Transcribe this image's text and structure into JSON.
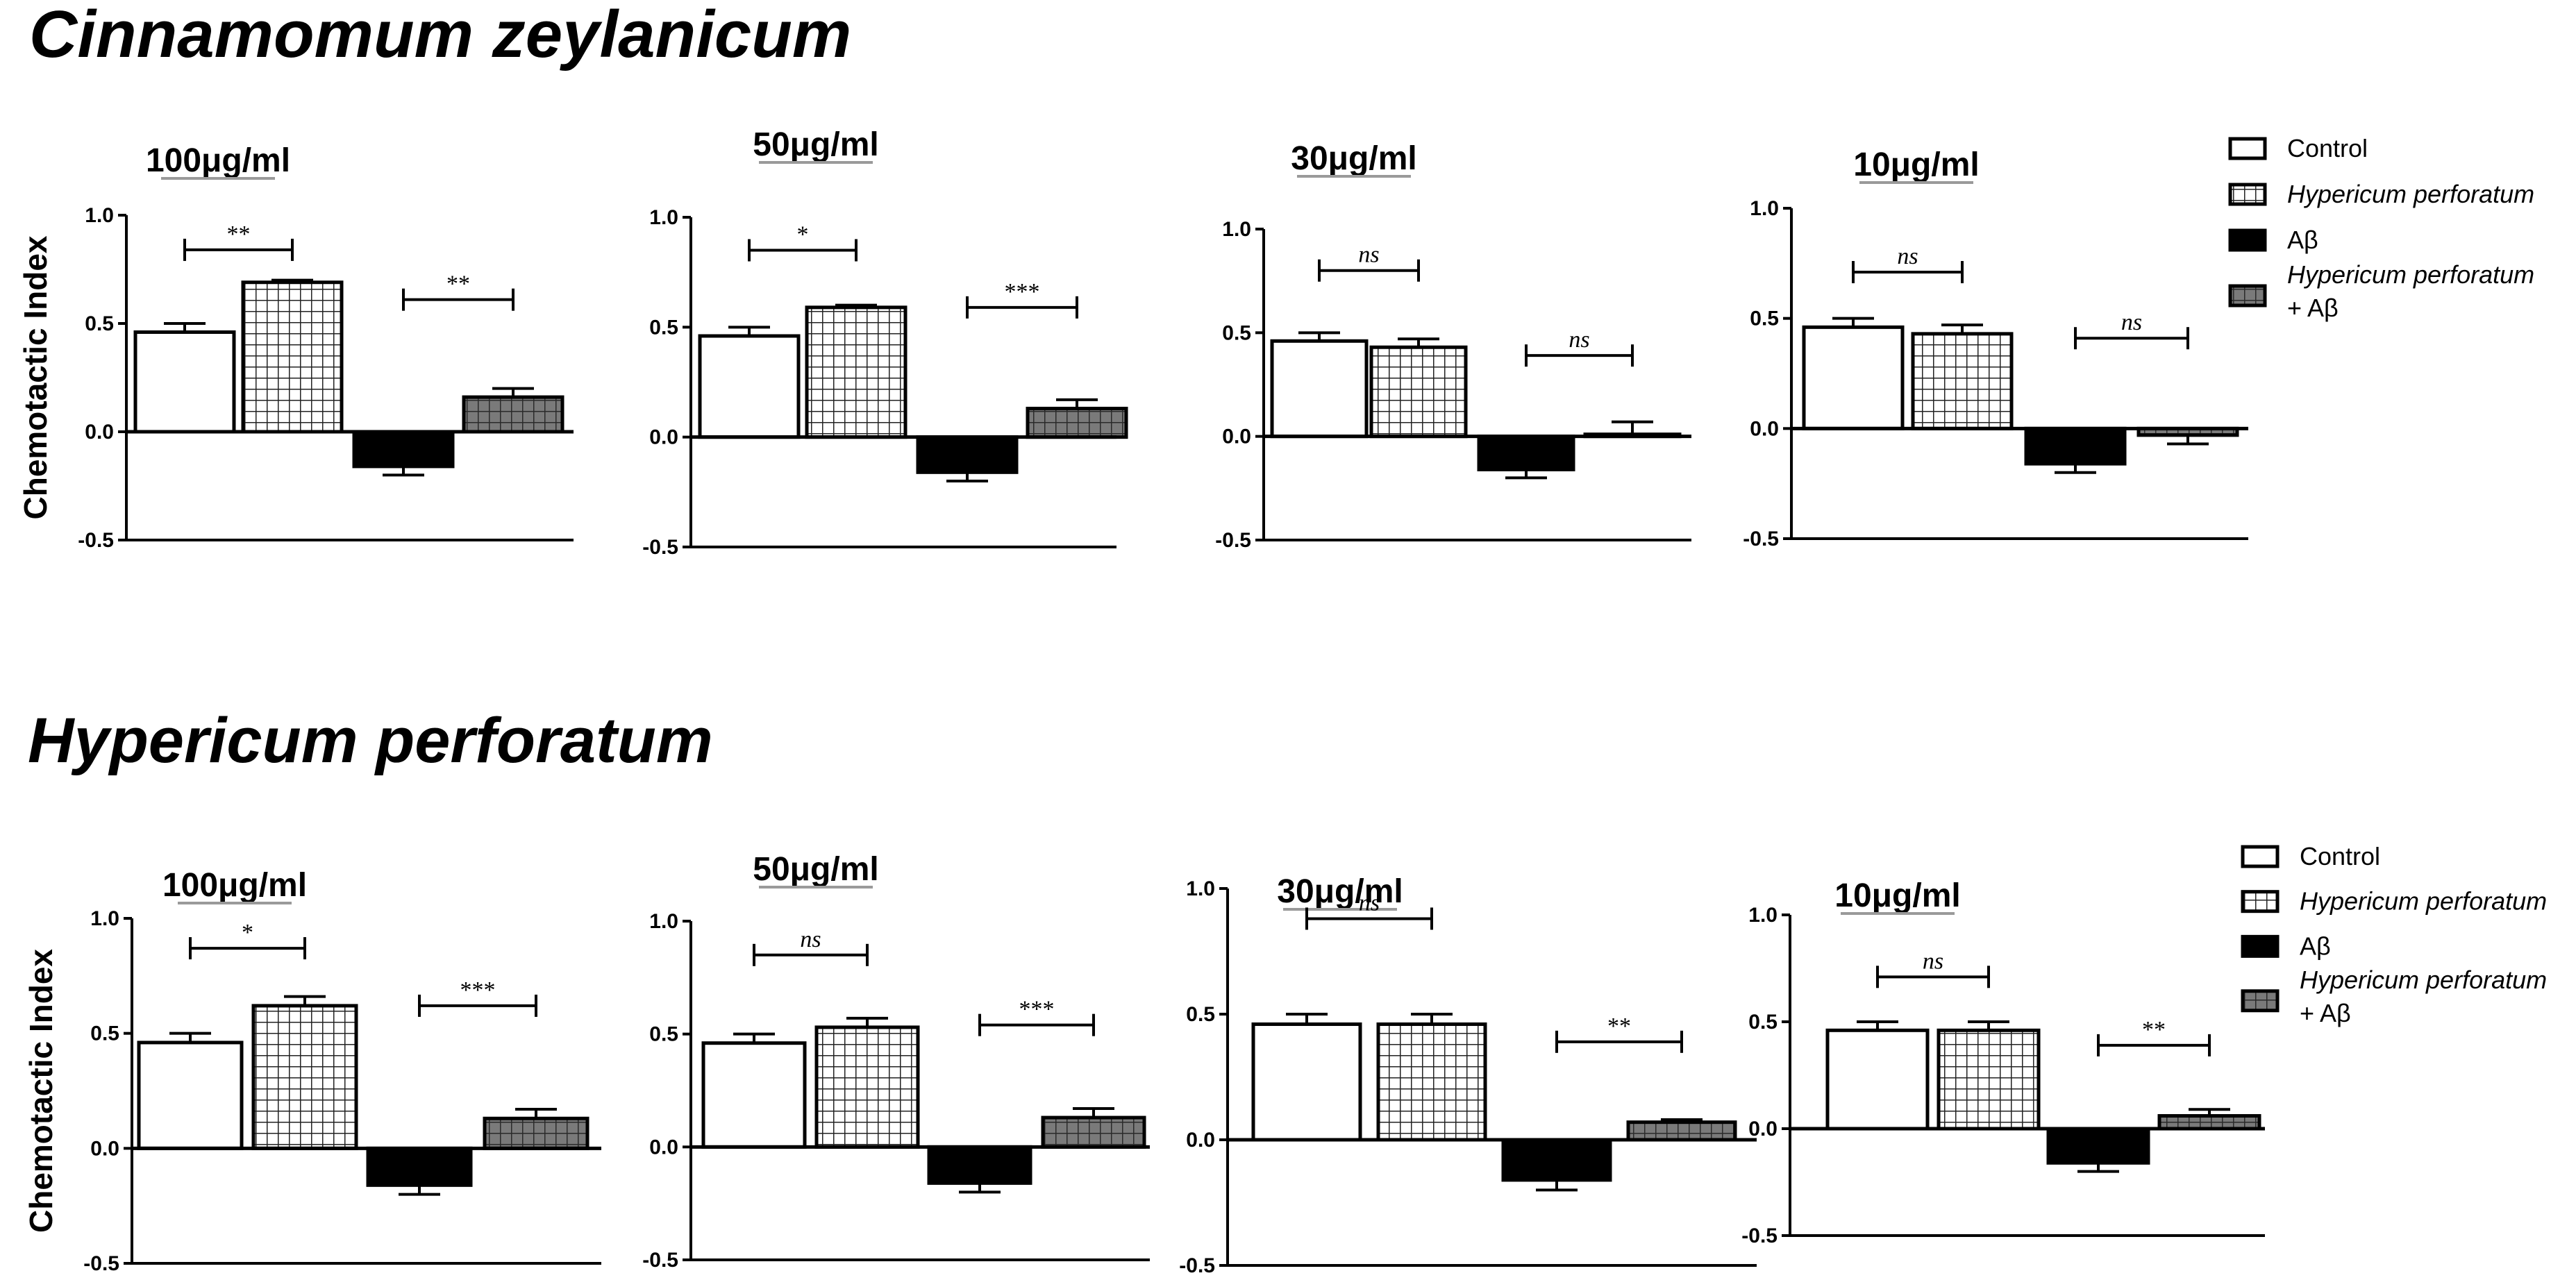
{
  "sections": [
    {
      "title": "Cinnamomum zeylanicum"
    },
    {
      "title": "Hypericum perforatum"
    }
  ],
  "legend": {
    "entries": [
      {
        "label": "Control",
        "pattern": "white",
        "italic": false
      },
      {
        "label": "Hypericum perforatum",
        "pattern": "grid",
        "italic": true
      },
      {
        "label": "Aβ",
        "pattern": "black",
        "italic": false
      },
      {
        "label": "Hypericum perforatum",
        "label2": "+ Aβ",
        "pattern": "gray",
        "italic": true
      }
    ]
  },
  "chart_data": [
    {
      "type": "bar",
      "section": "Cinnamomum zeylanicum",
      "title": "100μg/ml",
      "ylabel": "Chemotactic Index",
      "ylim": [
        -0.5,
        1.0
      ],
      "yticks": [
        "1.0",
        "0.5",
        "0.0",
        "-0.5"
      ],
      "categories": [
        "Control",
        "Hypericum perforatum",
        "Aβ",
        "Hypericum perforatum + Aβ"
      ],
      "values": [
        0.46,
        0.69,
        -0.16,
        0.16
      ],
      "errors": [
        0.04,
        0.01,
        0.04,
        0.04
      ],
      "comparisons": [
        {
          "from": 0,
          "to": 1,
          "label": "**",
          "y": 0.84
        },
        {
          "from": 2,
          "to": 3,
          "label": "**",
          "y": 0.61
        }
      ]
    },
    {
      "type": "bar",
      "section": "Cinnamomum zeylanicum",
      "title": "50μg/ml",
      "ylabel": "",
      "ylim": [
        -0.5,
        1.0
      ],
      "yticks": [
        "1.0",
        "0.5",
        "0.0",
        "-0.5"
      ],
      "categories": [
        "Control",
        "Hypericum perforatum",
        "Aβ",
        "Hypericum perforatum + Aβ"
      ],
      "values": [
        0.46,
        0.59,
        -0.16,
        0.13
      ],
      "errors": [
        0.04,
        0.01,
        0.04,
        0.04
      ],
      "comparisons": [
        {
          "from": 0,
          "to": 1,
          "label": "*",
          "y": 0.85
        },
        {
          "from": 2,
          "to": 3,
          "label": "***",
          "y": 0.59
        }
      ]
    },
    {
      "type": "bar",
      "section": "Cinnamomum zeylanicum",
      "title": "30μg/ml",
      "ylabel": "",
      "ylim": [
        -0.5,
        1.0
      ],
      "yticks": [
        "1.0",
        "0.5",
        "0.0",
        "-0.5"
      ],
      "categories": [
        "Control",
        "Hypericum perforatum",
        "Aβ",
        "Hypericum perforatum + Aβ"
      ],
      "values": [
        0.46,
        0.43,
        -0.16,
        0.01
      ],
      "errors": [
        0.04,
        0.04,
        0.04,
        0.06
      ],
      "comparisons": [
        {
          "from": 0,
          "to": 1,
          "label": "ns",
          "y": 0.8
        },
        {
          "from": 2,
          "to": 3,
          "label": "ns",
          "y": 0.39
        }
      ]
    },
    {
      "type": "bar",
      "section": "Cinnamomum zeylanicum",
      "title": "10μg/ml",
      "ylabel": "",
      "ylim": [
        -0.5,
        1.0
      ],
      "yticks": [
        "1.0",
        "0.5",
        "0.0",
        "-0.5"
      ],
      "categories": [
        "Control",
        "Hypericum perforatum",
        "Aβ",
        "Hypericum perforatum + Aβ"
      ],
      "values": [
        0.46,
        0.43,
        -0.16,
        -0.03
      ],
      "errors": [
        0.04,
        0.04,
        0.04,
        0.04
      ],
      "comparisons": [
        {
          "from": 0,
          "to": 1,
          "label": "ns",
          "y": 0.71
        },
        {
          "from": 2,
          "to": 3,
          "label": "ns",
          "y": 0.41
        }
      ]
    },
    {
      "type": "bar",
      "section": "Hypericum perforatum",
      "title": "100μg/ml",
      "ylabel": "Chemotactic Index",
      "ylim": [
        -0.5,
        1.0
      ],
      "yticks": [
        "1.0",
        "0.5",
        "0.0",
        "-0.5"
      ],
      "categories": [
        "Control",
        "Hypericum perforatum",
        "Aβ",
        "Hypericum perforatum + Aβ"
      ],
      "values": [
        0.46,
        0.62,
        -0.16,
        0.13
      ],
      "errors": [
        0.04,
        0.04,
        0.04,
        0.04
      ],
      "comparisons": [
        {
          "from": 0,
          "to": 1,
          "label": "*",
          "y": 0.87
        },
        {
          "from": 2,
          "to": 3,
          "label": "***",
          "y": 0.62
        }
      ]
    },
    {
      "type": "bar",
      "section": "Hypericum perforatum",
      "title": "50μg/ml",
      "ylabel": "",
      "ylim": [
        -0.5,
        1.0
      ],
      "yticks": [
        "1.0",
        "0.5",
        "0.0",
        "-0.5"
      ],
      "categories": [
        "Control",
        "Hypericum perforatum",
        "Aβ",
        "Hypericum perforatum + Aβ"
      ],
      "values": [
        0.46,
        0.53,
        -0.16,
        0.13
      ],
      "errors": [
        0.04,
        0.04,
        0.04,
        0.04
      ],
      "comparisons": [
        {
          "from": 0,
          "to": 1,
          "label": "ns",
          "y": 0.85
        },
        {
          "from": 2,
          "to": 3,
          "label": "***",
          "y": 0.54
        }
      ]
    },
    {
      "type": "bar",
      "section": "Hypericum perforatum",
      "title": "30μg/ml",
      "ylabel": "",
      "ylim": [
        -0.5,
        1.0
      ],
      "yticks": [
        "1.0",
        "0.5",
        "0.0",
        "-0.5"
      ],
      "categories": [
        "Control",
        "Hypericum perforatum",
        "Aβ",
        "Hypericum perforatum + Aβ"
      ],
      "values": [
        0.46,
        0.46,
        -0.16,
        0.07
      ],
      "errors": [
        0.04,
        0.04,
        0.04,
        0.01
      ],
      "comparisons": [
        {
          "from": 0,
          "to": 1,
          "label": "ns",
          "y": 0.88
        },
        {
          "from": 2,
          "to": 3,
          "label": "**",
          "y": 0.39
        }
      ]
    },
    {
      "type": "bar",
      "section": "Hypericum perforatum",
      "title": "10μg/ml",
      "ylabel": "",
      "ylim": [
        -0.5,
        1.0
      ],
      "yticks": [
        "1.0",
        "0.5",
        "0.0",
        "-0.5"
      ],
      "categories": [
        "Control",
        "Hypericum perforatum",
        "Aβ",
        "Hypericum perforatum + Aβ"
      ],
      "values": [
        0.46,
        0.46,
        -0.16,
        0.06
      ],
      "errors": [
        0.04,
        0.04,
        0.04,
        0.03
      ],
      "comparisons": [
        {
          "from": 0,
          "to": 1,
          "label": "ns",
          "y": 0.71
        },
        {
          "from": 2,
          "to": 3,
          "label": "**",
          "y": 0.39
        }
      ]
    }
  ]
}
